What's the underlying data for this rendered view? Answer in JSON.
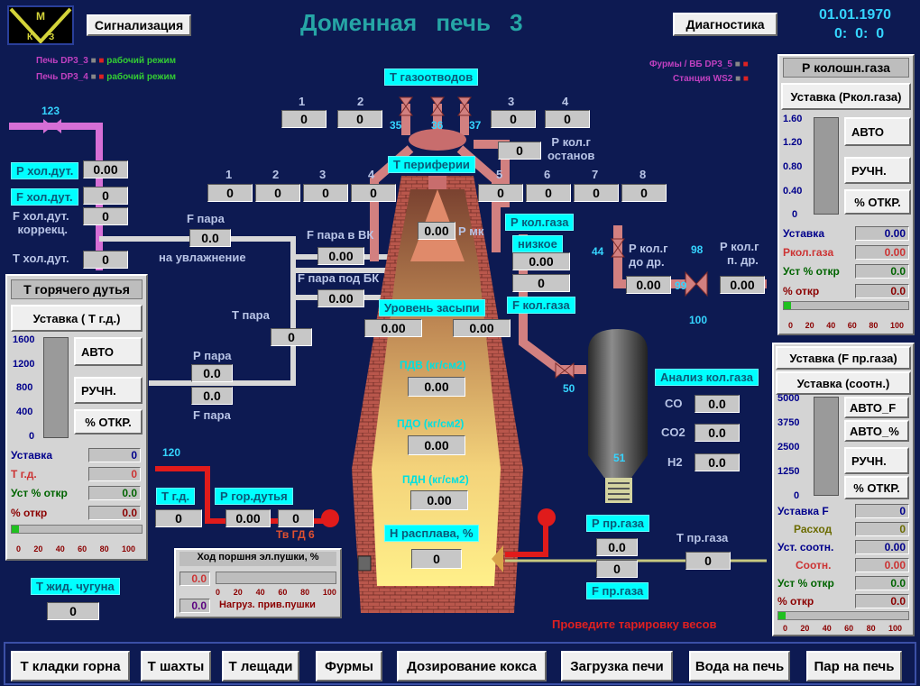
{
  "header": {
    "logo": "МКЗ",
    "alarm_button": "Сигнализация",
    "title": "Доменная печь 3",
    "diag_button": "Диагностика",
    "date": "01.01.1970",
    "time": "0:  0:  0"
  },
  "status": {
    "dp3_3": "Печь DP3_3",
    "dp3_4": "Печь DP3_4",
    "mode": "рабочий режим",
    "furmy": "Фурмы / ВБ DP3_5",
    "ws2": "Станция WS2"
  },
  "cold_blast": {
    "pipe_num": "123",
    "p_label": "Р хол.дут.",
    "p_value": "0.00",
    "f_label": "F хол.дут.",
    "f_value": "0",
    "f_corr_label1": "F хол.дут.",
    "f_corr_label2": "коррекц.",
    "f_corr_value": "0",
    "t_label": "Т хол.дут.",
    "t_value": "0"
  },
  "gas_outlets": {
    "title": "Т газоотводов",
    "nums": [
      "1",
      "2",
      "3",
      "4"
    ],
    "values": [
      "0",
      "0",
      "0",
      "0"
    ],
    "valve_nums": [
      "35",
      "36",
      "37"
    ]
  },
  "periphery": {
    "title": "Т периферии",
    "nums": [
      "1",
      "2",
      "3",
      "4",
      "5",
      "6",
      "7",
      "8"
    ],
    "values": [
      "0",
      "0",
      "0",
      "0",
      "0",
      "0",
      "0",
      "0"
    ]
  },
  "p_kol_stop": {
    "label1": "Р кол.г",
    "label2": "останов",
    "value": "0"
  },
  "steam": {
    "f_label": "F пара",
    "f_value": "0.0",
    "humid_label": "на увлажнение",
    "f_vk_label": "F пара в ВК",
    "f_vk_value": "0.00",
    "f_bk_label": "F пара под БК",
    "f_bk_value": "0.00",
    "t_label": "Т пара",
    "t_value": "0",
    "p_label": "Р пара",
    "p_value1": "0.0",
    "p_value2": "0.0",
    "f_label2": "F пара"
  },
  "furnace": {
    "pmk_value": "0.00",
    "pmk_label": "Р мк",
    "level_label": "Уровень засыпи",
    "level_values": [
      "0.00",
      "0.00"
    ],
    "pdv_label": "ПДВ (кг/см2)",
    "pdv_value": "0.00",
    "pdo_label": "ПДО (кг/см2)",
    "pdo_value": "0.00",
    "pdn_label": "ПДН (кг/см2)",
    "pdn_value": "0.00",
    "melt_label": "Н расплава, %",
    "melt_value": "0"
  },
  "col_gas": {
    "p_label": "Р кол.газа",
    "low_label": "низкое",
    "p_value1": "0.00",
    "p_value2": "0",
    "f_label": "F кол.газа",
    "valve44": "44",
    "p_before_label1": "Р кол.г",
    "p_before_label2": "до др.",
    "p_before_value": "0.00",
    "valve98": "98",
    "valve99": "99",
    "valve100": "100",
    "p_after_label1": "Р кол.г",
    "p_after_label2": "п. др.",
    "p_after_value": "0.00",
    "valve50": "50",
    "analysis_label": "Анализ кол.газа",
    "co_label": "CO",
    "co_value": "0.0",
    "co2_label": "CO2",
    "co2_value": "0.0",
    "h2_label": "H2",
    "h2_value": "0.0",
    "valve51": "51"
  },
  "hot_blast_panel": {
    "title": "Т горячего дутья",
    "setpoint_button": "Уставка ( Т г.д.)",
    "scale": [
      "1600",
      "1200",
      "800",
      "400",
      "0"
    ],
    "auto": "АВТО",
    "manual": "РУЧН.",
    "pct_open": "% ОТКР.",
    "rows": [
      {
        "label": "Уставка",
        "value": "0",
        "color": "#00008b"
      },
      {
        "label": "Т г.д.",
        "value": "0",
        "color": "#cc3333"
      },
      {
        "label": "Уст % откр",
        "value": "0.0",
        "color": "#006400"
      },
      {
        "label": "% откр",
        "value": "0.0",
        "color": "#8b0000"
      }
    ],
    "ticks": [
      "0",
      "20",
      "40",
      "60",
      "80",
      "100"
    ]
  },
  "hot_blast": {
    "valve120": "120",
    "t_label": "Т г.д.",
    "t_value": "0",
    "p_label": "Р гор.дутья",
    "p_value": "0.00",
    "gd6_value": "0",
    "gd6_label": "Тв ГД 6"
  },
  "gun_panel": {
    "title": "Ход поршня  эл.пушки, %",
    "value1": "0.0",
    "value2": "0.0",
    "load_label": "Нагруз. прив.пушки",
    "ticks": [
      "0",
      "20",
      "40",
      "60",
      "80",
      "100"
    ]
  },
  "cast_iron": {
    "label": "Т жид. чугуна",
    "value": "0"
  },
  "clean_gas": {
    "p_label": "Р пр.газа",
    "p_value": "0.0",
    "f_value": "0",
    "f_label": "F пр.газа",
    "t_label": "Т пр.газа",
    "t_value": "0"
  },
  "message": "Проведите тарировку весов",
  "top_gas_panel": {
    "title": "Р колошн.газа",
    "setpoint_button": "Уставка (Ркол.газа)",
    "scale": [
      "1.60",
      "1.20",
      "0.80",
      "0.40",
      "0"
    ],
    "auto": "АВТО",
    "manual": "РУЧН.",
    "pct_open": "% ОТКР.",
    "rows": [
      {
        "label": "Уставка",
        "value": "0.00",
        "color": "#00008b"
      },
      {
        "label": "Ркол.газа",
        "value": "0.00",
        "color": "#cc3333"
      },
      {
        "label": "Уст % откр",
        "value": "0.0",
        "color": "#006400"
      },
      {
        "label": "% откр",
        "value": "0.0",
        "color": "#8b0000"
      }
    ],
    "ticks": [
      "0",
      "20",
      "40",
      "60",
      "80",
      "100"
    ]
  },
  "flow_panel": {
    "setpoint_f_button": "Уставка (F пр.газа)",
    "setpoint_ratio_button": "Уставка (соотн.)",
    "scale": [
      "5000",
      "3750",
      "2500",
      "1250",
      "0"
    ],
    "auto_f": "АВТО_F",
    "auto_pct": "АВТО_%",
    "manual": "РУЧН.",
    "pct_open": "% ОТКР.",
    "rows": [
      {
        "label": "Уставка F",
        "value": "0",
        "color": "#00008b"
      },
      {
        "label": "Расход",
        "value": "0",
        "color": "#6b6b00"
      },
      {
        "label": "Уст. соотн.",
        "value": "0.00",
        "color": "#00008b"
      },
      {
        "label": "Соотн.",
        "value": "0.00",
        "color": "#cc3333"
      },
      {
        "label": "Уст % откр",
        "value": "0.0",
        "color": "#006400"
      },
      {
        "label": "% откр",
        "value": "0.0",
        "color": "#8b0000"
      }
    ],
    "ticks": [
      "0",
      "20",
      "40",
      "60",
      "80",
      "100"
    ]
  },
  "nav": [
    "Т кладки горна",
    "Т шахты",
    "Т лещади",
    "Фурмы",
    "Дозирование кокса",
    "Загрузка печи",
    "Вода на печь",
    "Пар на печь"
  ]
}
